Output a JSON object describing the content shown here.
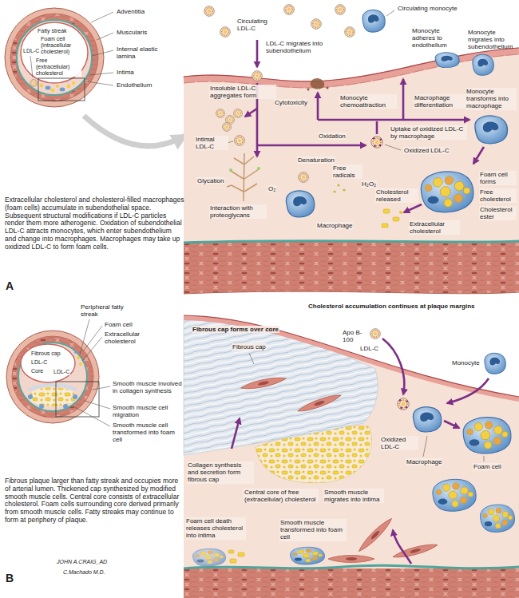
{
  "diagram": {
    "labels": [
      "Adventitia",
      "Muscularis",
      "Internal elastic lamina",
      "Intima",
      "Endothelium",
      "Fatty streak",
      "Foam cell (intracellular cholesterol)",
      "LDL-C",
      "Free (extracellular) cholesterol",
      "Extracellular cholesterol and cholesterol-filled macrophages (foam cells) accumulate in subendothelial space. Subsequent structural modifications if LDL-C particles render them more atherogenic. Oxidation of subendothelial LDL-C attracts monocytes, which enter subendothelium and change into macrophages. Macrophages may take up oxidized LDL-C to form foam cells.",
      "A",
      "Circulating monocyte",
      "Circulating LDL-C",
      "LDL-C migrates into subendothelium",
      "Monocyte adheres to endothelium",
      "Monocyte migrates into subendothelium",
      "Insoluble LDL-C aggregates form",
      "Cytotoxicity",
      "Monocyte chemoattraction",
      "Macrophage differentiation",
      "Monocyte transforms into macrophage",
      "Uptake of oxidized LDL-C by macrophage",
      "Oxidation",
      "Oxidized LDL-C",
      "Intimal LDL-C",
      "Denaturation",
      "Free radicals",
      "H₂O₂",
      "O₂",
      "Foam cell forms",
      "Free cholesterol",
      "Cholesterol ester",
      "Cholesterol released",
      "Extracellular cholesterol",
      "Glycation",
      "Interaction with proteoglycans",
      "Macrophage",
      "Peripheral fatty streak",
      "Foam cell",
      "Extracellular cholesterol",
      "Fibrous cap",
      "LDL-C",
      "Core",
      "LDL-C",
      "Smooth muscle involved in collagen synthesis",
      "Smooth muscle cell migration",
      "Smooth muscle cell transformed into foam cell",
      "Fibrous plaque larger than fatty streak and occupies more of arterial lumen. Thickened cap synthesized by modified smooth muscle cells. Central core consists of extracellular cholesterol. Foam cells surrounding core derived primarily from smooth muscle cells. Fatty streaks may continue to form at periphery of plaque.",
      "B",
      "JOHN A.CRAIG_AD",
      "C.Machado M.D.",
      "Cholesterol accumulation continues at plaque margins",
      "Fibrous cap forms over core",
      "Fibrous cap",
      "Apo B-100",
      "LDL-C",
      "Monocyte",
      "Oxidized LDL-C",
      "Macrophage",
      "Foam cell",
      "Collagen synthesis and secretion form fibrous cap",
      "Central core of free (extracellular) cholesterol",
      "Smooth muscle migrates into intima",
      "Foam cell death releases cholesterol into intima",
      "Smooth muscle transformed into foam cell"
    ]
  }
}
